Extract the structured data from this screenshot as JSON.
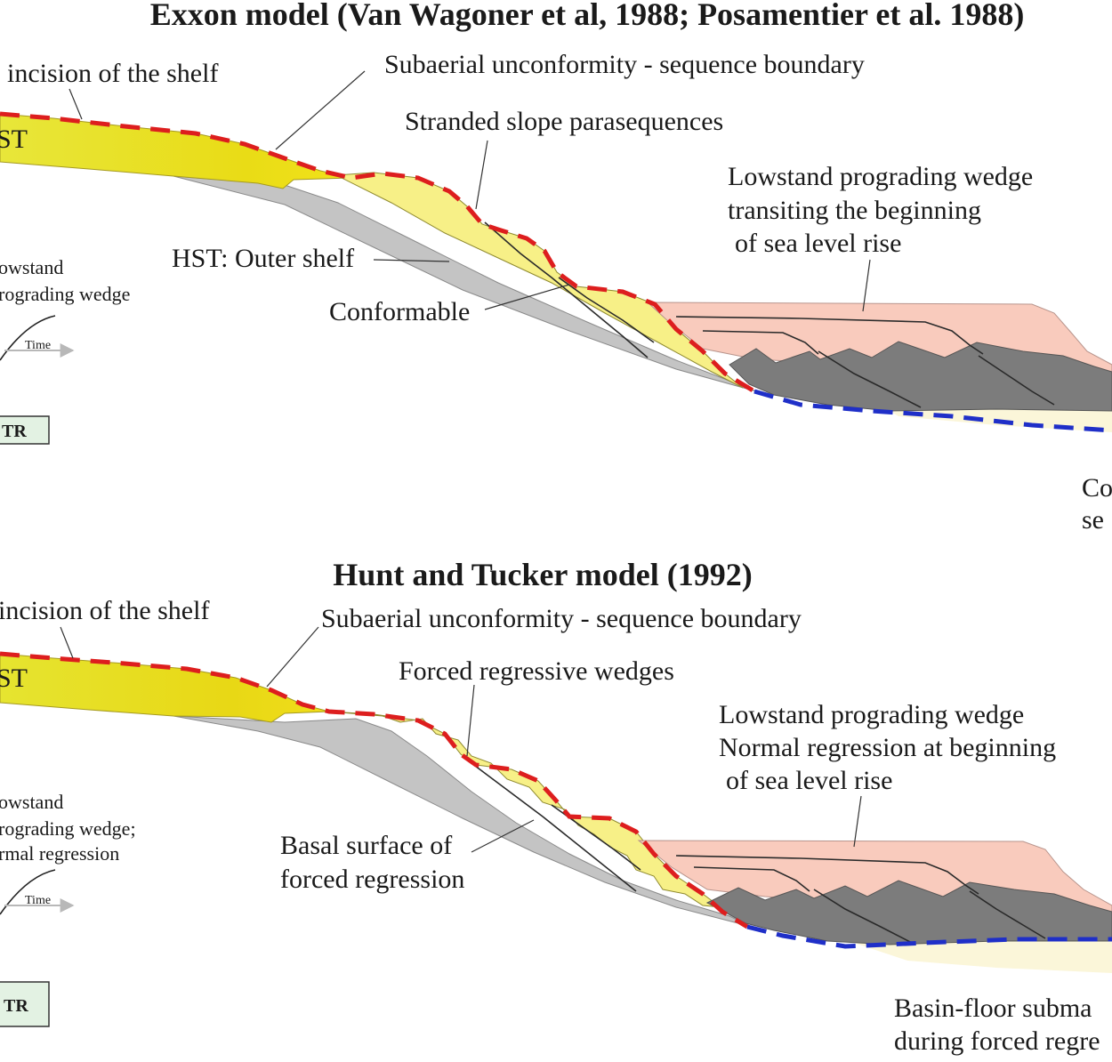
{
  "colors": {
    "hst_yellow": "#e6e21a",
    "slope_yellow": "#f7f087",
    "gray_slope": "#c4c4c4",
    "dark_gray": "#7c7c7c",
    "pink": "#f9cbbd",
    "basin_cream": "#fbf6d9",
    "sequence_boundary_red": "#dd1e1e",
    "correlative_blue": "#1f2fc8",
    "tr_box_fill": "#e3f2e3"
  },
  "top_panel": {
    "title": "Exxon model (Van Wagoner et al, 1988; Posamentier et al. 1988)",
    "label_incision": "incision of the shelf",
    "label_hst": "ST",
    "label_sequence_boundary": "Subaerial unconformity - sequence boundary",
    "label_stranded": "Stranded slope parasequences",
    "label_lowstand_lines": [
      "Lowstand prograding wedge",
      "transiting the beginning",
      "of sea level rise"
    ],
    "label_outer_shelf": "HST: Outer shelf",
    "label_conformable": "Conformable",
    "legend_lines": [
      "owstand",
      "rograding wedge"
    ],
    "time_label": "Time",
    "tr_label": "TR",
    "cut_text_lines": [
      "Co",
      "se"
    ]
  },
  "bottom_panel": {
    "title": "Hunt and Tucker model (1992)",
    "label_incision": "incision of the shelf",
    "label_hst": "ST",
    "label_sequence_boundary": "Subaerial unconformity - sequence boundary",
    "label_forced": "Forced regressive wedges",
    "label_lowstand_lines": [
      "Lowstand prograding wedge",
      "Normal regression at beginning",
      "of sea level rise"
    ],
    "label_basal_lines": [
      "Basal surface of",
      "forced regression"
    ],
    "legend_lines": [
      "owstand",
      "rograding wedge;",
      "rmal regression"
    ],
    "time_label": "Time",
    "tr_label": "TR",
    "label_basin_floor_lines": [
      "Basin-floor subma",
      "during forced regre"
    ]
  }
}
